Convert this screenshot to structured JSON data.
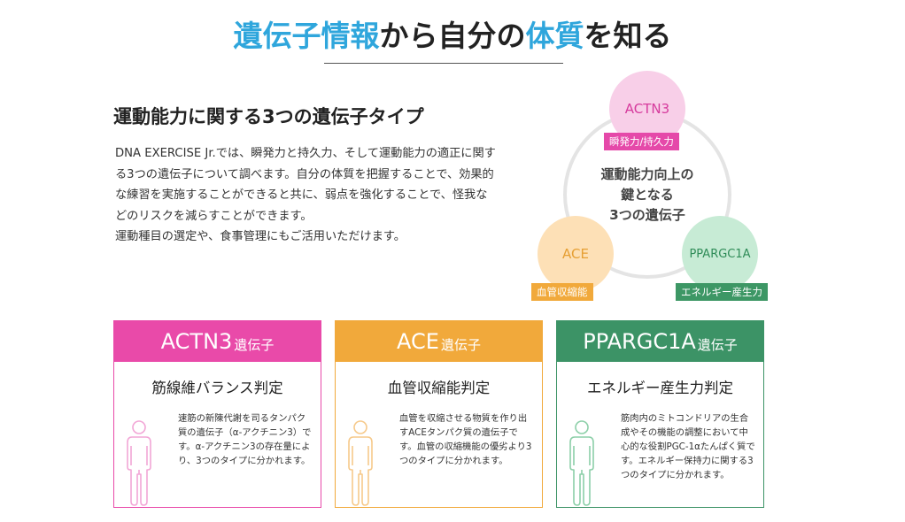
{
  "page": {
    "title_accent_1": "遺伝子情報",
    "title_dark_1": "から自分の",
    "title_accent_2": "体質",
    "title_dark_2": "を知る",
    "sub_heading": "運動能力に関する3つの遺伝子タイプ",
    "intro_paragraph_1": "DNA EXERCISE Jr.では、瞬発力と持久力、そして運動能力の適正に関する3つの遺伝子について調べます。自分の体質を把握することで、効果的な練習を実施することができると共に、弱点を強化することで、怪我などのリスクを減らすことができます。",
    "intro_paragraph_2": "運動種目の選定や、食事管理にもご活用いただけます。"
  },
  "diagram": {
    "center_line_1": "運動能力向上の",
    "center_line_2": "鍵となる",
    "center_line_3": "3つの遺伝子",
    "genes": [
      {
        "name": "ACTN3",
        "tag": "瞬発力/持久力"
      },
      {
        "name": "ACE",
        "tag": "血管収縮能"
      },
      {
        "name": "PPARGC1A",
        "tag": "エネルギー産生力"
      }
    ]
  },
  "cards": [
    {
      "gene": "ACTN3",
      "suffix": "遺伝子",
      "subtitle": "筋線維バランス判定",
      "description": "速筋の新陳代謝を司るタンパク質の遺伝子（α-アクチニン3）です。α-アクチニン3の存在量により、3つのタイプに分かれます。",
      "figure_color": "#f2a6d6"
    },
    {
      "gene": "ACE",
      "suffix": "遺伝子",
      "subtitle": "血管収縮能判定",
      "description": "血管を収縮させる物質を作り出すACEタンパク質の遺伝子です。血管の収縮機能の優劣より3つのタイプに分かれます。",
      "figure_color": "#f6c98a"
    },
    {
      "gene": "PPARGC1A",
      "suffix": "遺伝子",
      "subtitle": "エネルギー産生力判定",
      "description": "筋肉内のミトコンドリアの生合成やその機能の調整において中心的な役割PGC-1αたんぱく質です。エネルギー保持力に関する3つのタイプに分かれます。",
      "figure_color": "#8ccfa8"
    }
  ],
  "colors": {
    "accent_blue": "#2fa6dc",
    "actn3": "#e94aa9",
    "ace": "#f1a93b",
    "ppargc1a": "#3c9366"
  }
}
